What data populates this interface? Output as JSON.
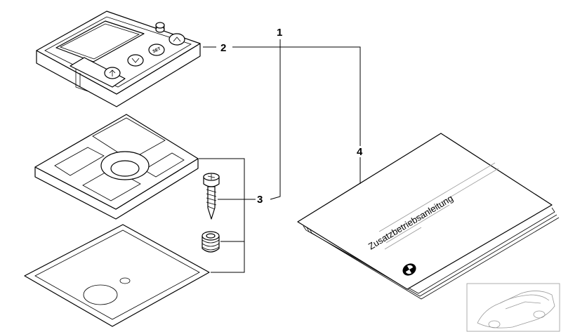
{
  "callouts": {
    "c1": "1",
    "c2": "2",
    "c3": "3",
    "c4": "4"
  },
  "parts": {
    "display_unit": {
      "button_label": "SET"
    },
    "manual": {
      "title": "Zusatzbetriebsanleitung"
    }
  },
  "icons": {
    "display_unit": "display-unit-icon",
    "mounting_frame": "mounting-frame-icon",
    "screw": "screw-icon",
    "grommet": "grommet-icon",
    "adhesive_pad": "adhesive-pad-icon",
    "manual": "manual-booklet-icon",
    "logo": "bmw-logo-icon",
    "car": "car-thumbnail-icon"
  },
  "colors": {
    "line": "#000000",
    "background": "#ffffff",
    "thumbnail": "#999999"
  }
}
